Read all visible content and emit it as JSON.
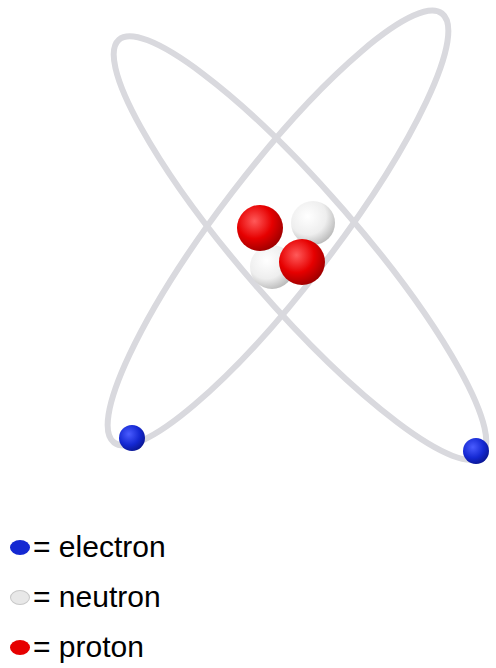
{
  "diagram": {
    "legend": [
      {
        "text": "= electron",
        "color": "#1428d2"
      },
      {
        "text": "= neutron",
        "color": "#e8e8e8"
      },
      {
        "text": "= proton",
        "color": "#e60000"
      }
    ]
  }
}
